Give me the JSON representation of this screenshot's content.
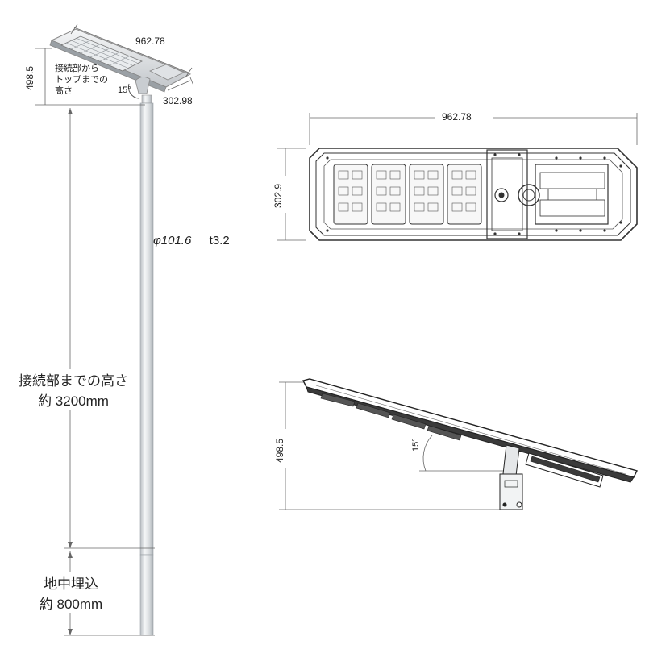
{
  "pole_view": {
    "top_width": "962.78",
    "top_height": "498.5",
    "top_depth": "302.98",
    "angle": "15°",
    "connection_note": [
      "接続部から",
      "トップまでの",
      "高さ"
    ],
    "pole_spec_diameter": "φ101.6",
    "pole_spec_thickness": "t3.2",
    "height_label": "接続部までの高さ",
    "height_value": "約 3200mm",
    "buried_label": "地中埋込",
    "buried_value": "約 800mm"
  },
  "top_view": {
    "width": "962.78",
    "depth": "302.9",
    "led_module_count": 4
  },
  "side_view": {
    "height": "498.5",
    "tilt_angle": "15°"
  },
  "colors": {
    "line": "#333333",
    "dim_line": "#666666",
    "pole": "#d9dde0",
    "panel": "#3a3a3a"
  }
}
